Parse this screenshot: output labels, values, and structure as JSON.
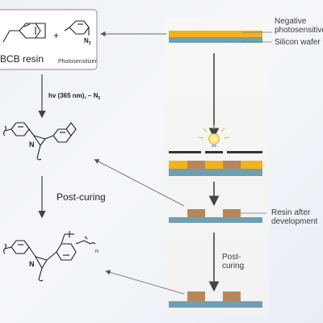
{
  "left_panel": {
    "resin_label": "BCB resin",
    "photosensitizer_label": "Photosensitizer",
    "plus": "+",
    "azide_label": "N3",
    "step1_label": "hv (365 nm), – N2",
    "n_label_1": "N",
    "step2_label": "Post-curing",
    "n_label_2": "N",
    "repeat_n": "n"
  },
  "right_panel": {
    "layer_label_1": "Negative photosensitive resin",
    "layer_label_1_line1": "Negative",
    "layer_label_1_line2": "photosensitive",
    "layer_label_2": "Silicon wafer",
    "development_label_line1": "Resin after",
    "development_label_line2": "development",
    "postcuring_label_line1": "Post-",
    "postcuring_label_line2": "curing"
  },
  "colors": {
    "resin_orange": "#f2b21b",
    "wafer_blue": "#6f9fb2",
    "exposed_brown": "#b7865a",
    "arrow_gray": "#555555",
    "bulb_yellow": "#f6dc6a"
  }
}
